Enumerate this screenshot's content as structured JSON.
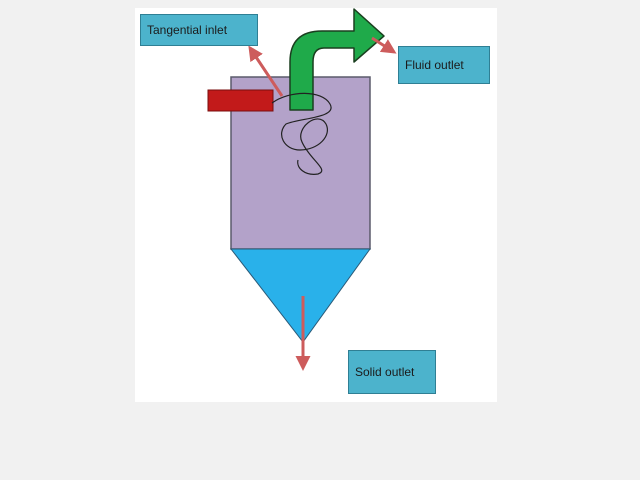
{
  "diagram": {
    "labels": {
      "tangential_inlet": "Tangential inlet",
      "fluid_outlet": "Fluid outlet",
      "solid_outlet": "Solid outlet"
    },
    "colors": {
      "background": "#f1f1f1",
      "panel": "#ffffff",
      "cylinder_body": "#b3a2c9",
      "cylinder_outline": "#5b5b6b",
      "cone": "#29b1ea",
      "inlet_pipe": "#c21a1a",
      "outlet_pipe": "#1faa4a",
      "pointer_arrows": "#cd5c5c",
      "swirl_path": "#222222",
      "label_fill": "#4cb3cc"
    },
    "icons": {
      "outlet_arrow": "curved-arrow-icon",
      "pointer": "arrow-icon"
    }
  }
}
